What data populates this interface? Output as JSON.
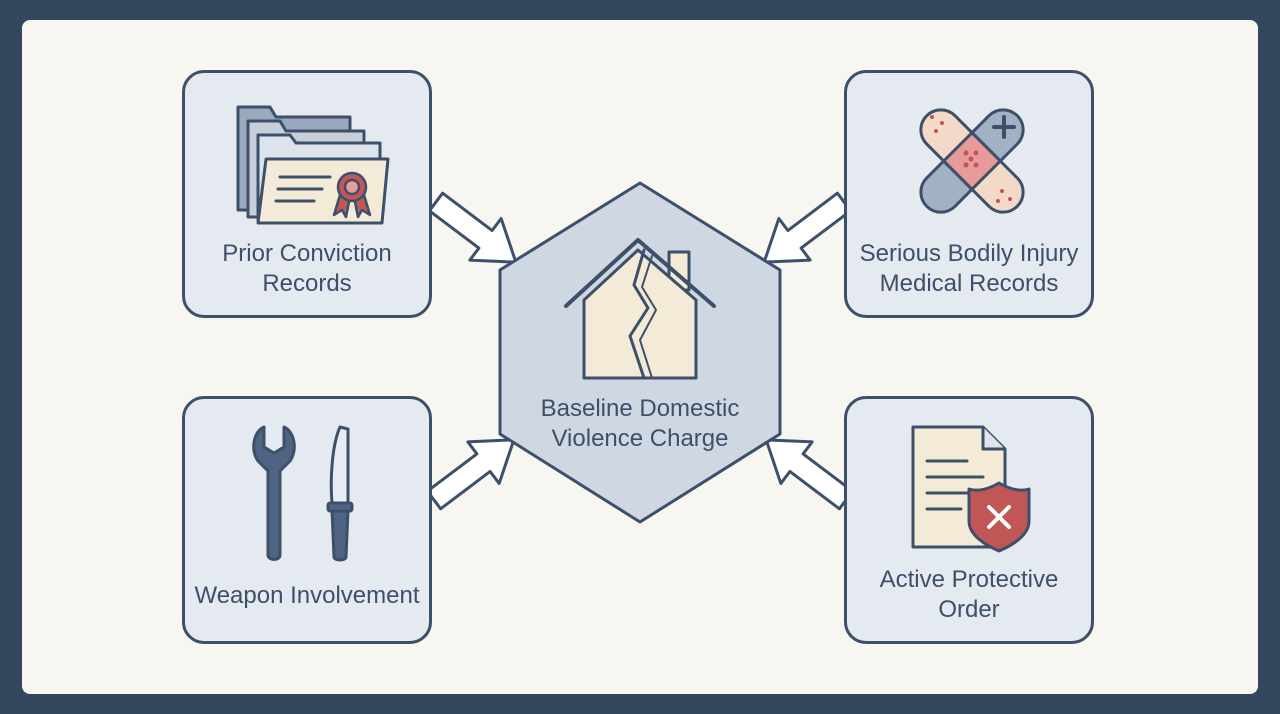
{
  "center": {
    "label": "Baseline Domestic\nViolence Charge",
    "icon": "broken-house-icon"
  },
  "factors": [
    {
      "id": "prior-conviction",
      "label": "Prior Conviction\nRecords",
      "icon": "folders-certificate-icon"
    },
    {
      "id": "bodily-injury",
      "label": "Serious Bodily Injury\nMedical Records",
      "icon": "bandage-icon"
    },
    {
      "id": "weapon",
      "label": "Weapon Involvement",
      "icon": "wrench-knife-icon"
    },
    {
      "id": "protective-order",
      "label": "Active Protective\nOrder",
      "icon": "document-shield-icon"
    }
  ],
  "colors": {
    "background": "#34475f",
    "panel": "#f8f6f0",
    "card": "#e5e9f0",
    "outline": "#3d506a",
    "paper": "#f3ead7",
    "accent_red": "#c05656",
    "hexagon": "#cfd7e3"
  }
}
